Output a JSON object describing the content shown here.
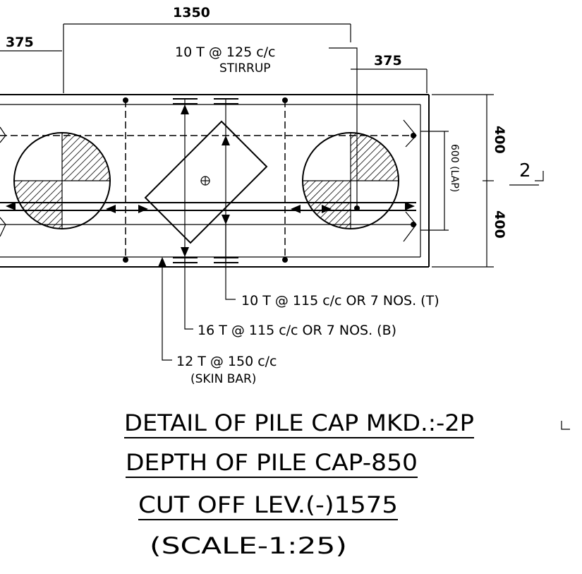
{
  "dimensions": {
    "top_width": "1350",
    "left_offset": "375",
    "right_offset": "375",
    "height_top": "400",
    "height_bottom": "400",
    "lap_length": "600 (LAP)"
  },
  "annotations": {
    "stirrup_line1": "10 T @ 125 c/c",
    "stirrup_line2": "STIRRUP",
    "top_bars": "10 T @ 115 c/c OR 7 NOS. (T)",
    "bottom_bars": "16 T @ 115 c/c OR 7 NOS. (B)",
    "skin_bar_line1": "12 T @ 150 c/c",
    "skin_bar_line2": "(SKIN BAR)"
  },
  "section_marker": "2",
  "title": {
    "line1": "DETAIL OF PILE CAP MKD.:-2P",
    "line2": "DEPTH OF PILE CAP-850",
    "line3": "CUT OFF LEV.(-)1575",
    "line4": "(SCALE-1:25)"
  }
}
